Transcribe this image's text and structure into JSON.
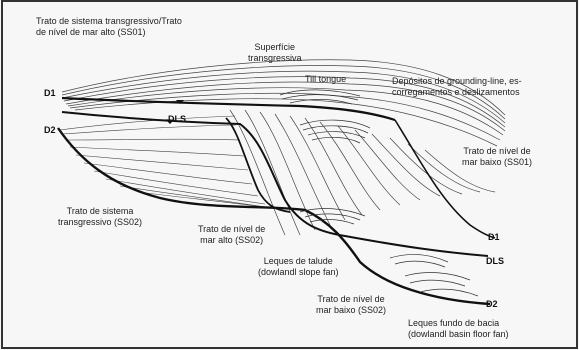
{
  "labels": {
    "tst_hst_ss1": [
      "Trato de sistema transgressivo/Trato",
      "de nível de mar alto (SS01)"
    ],
    "superficie": [
      "Superfície",
      "transgressiva"
    ],
    "till_tongue": [
      "Till tongue"
    ],
    "depositos": [
      "Depósitos de grounding-line, es-",
      "corregamentos e deslizamentos"
    ],
    "lst_ss1": [
      "Trato de nível de",
      "mar baixo (SS01)"
    ],
    "tst_ss2": [
      "Trato de sistema",
      "transgressivo (SS02)"
    ],
    "hst_ss2": [
      "Trato de nível de",
      "mar alto (SS02)"
    ],
    "leques_talude": [
      "Leques de talude",
      "(dowlandl slope fan)"
    ],
    "lst_ss2": [
      "Trato de nível de",
      "mar baixo (SS02)"
    ],
    "leques_fundo": [
      "Leques fundo de bacia",
      "(dowlandl basin floor fan)"
    ]
  },
  "surfaces": {
    "d1_left": "D1",
    "d2_left": "D2",
    "dls_mid": "DLS",
    "d1_right": "D1",
    "dls_right": "DLS",
    "d2_right": "D2"
  },
  "colors": {
    "ink": "#1a1a1a",
    "background": "#f7f7f7",
    "frame": "#333333"
  }
}
